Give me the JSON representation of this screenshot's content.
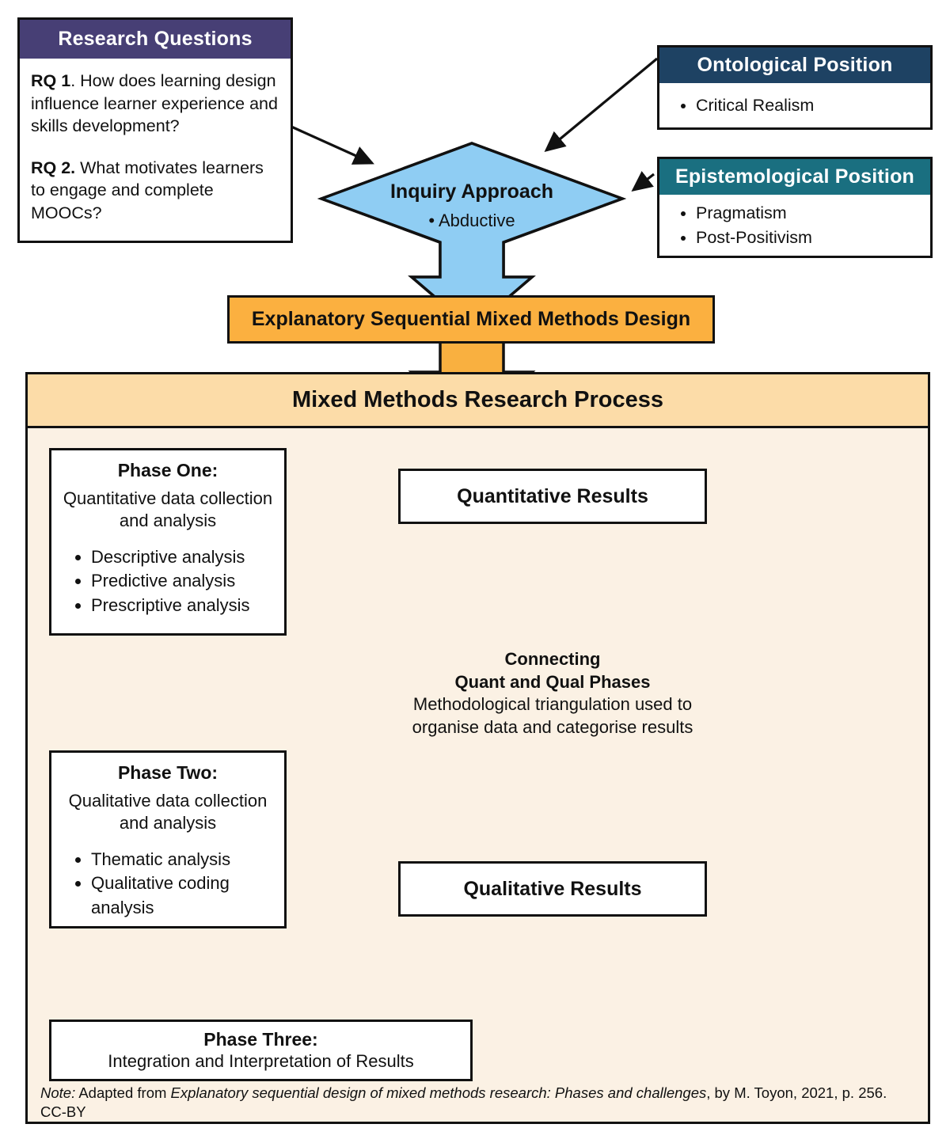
{
  "figure": {
    "type": "flowchart-research-design",
    "note_prefix": "Note:",
    "note_text_1": " Adapted from ",
    "note_italic": "Explanatory sequential design of mixed methods research: Phases and challenges",
    "note_text_2": ", by M. Toyon, 2021, p. 256. CC-BY"
  },
  "research_questions": {
    "header": "Research Questions",
    "rq1_label": "RQ 1",
    "rq1_text": ". How does learning design influence learner experience and skills development?",
    "rq2_label": "RQ 2.",
    "rq2_text": " What motivates learners to engage and complete MOOCs?"
  },
  "ontological": {
    "header": "Ontological Position",
    "items": [
      "Critical Realism"
    ]
  },
  "epistemological": {
    "header": "Epistemological Position",
    "items": [
      "Pragmatism",
      "Post-Positivism"
    ]
  },
  "inquiry": {
    "title": "Inquiry Approach",
    "items": [
      "Abductive"
    ]
  },
  "design_bar": {
    "label": "Explanatory Sequential Mixed Methods Design"
  },
  "process": {
    "header": "Mixed Methods Research Process",
    "phase_one": {
      "title": "Phase One:",
      "subtitle": "Quantitative data collection and analysis",
      "items": [
        "Descriptive analysis",
        "Predictive analysis",
        "Prescriptive analysis"
      ]
    },
    "phase_two": {
      "title": "Phase Two:",
      "subtitle": "Qualitative data collection and analysis",
      "items": [
        "Thematic analysis",
        "Qualitative coding analysis"
      ]
    },
    "phase_three": {
      "title": "Phase Three:",
      "subtitle": "Integration and Interpretation of Results"
    },
    "quant_results": "Quantitative Results",
    "qual_results": "Qualitative Results",
    "connecting": {
      "line1": "Connecting",
      "line2": "Quant and Qual Phases",
      "line3": "Methodological triangulation used to organise data and categorise results"
    }
  },
  "colors": {
    "purple": "#473F75",
    "navy": "#1E4263",
    "teal": "#1A6F80",
    "orange": "#FBB040",
    "light_orange": "#FCDCA8",
    "panel_bg": "#FBF1E4",
    "light_blue": "#8FCDF3",
    "stroke": "#111111"
  }
}
